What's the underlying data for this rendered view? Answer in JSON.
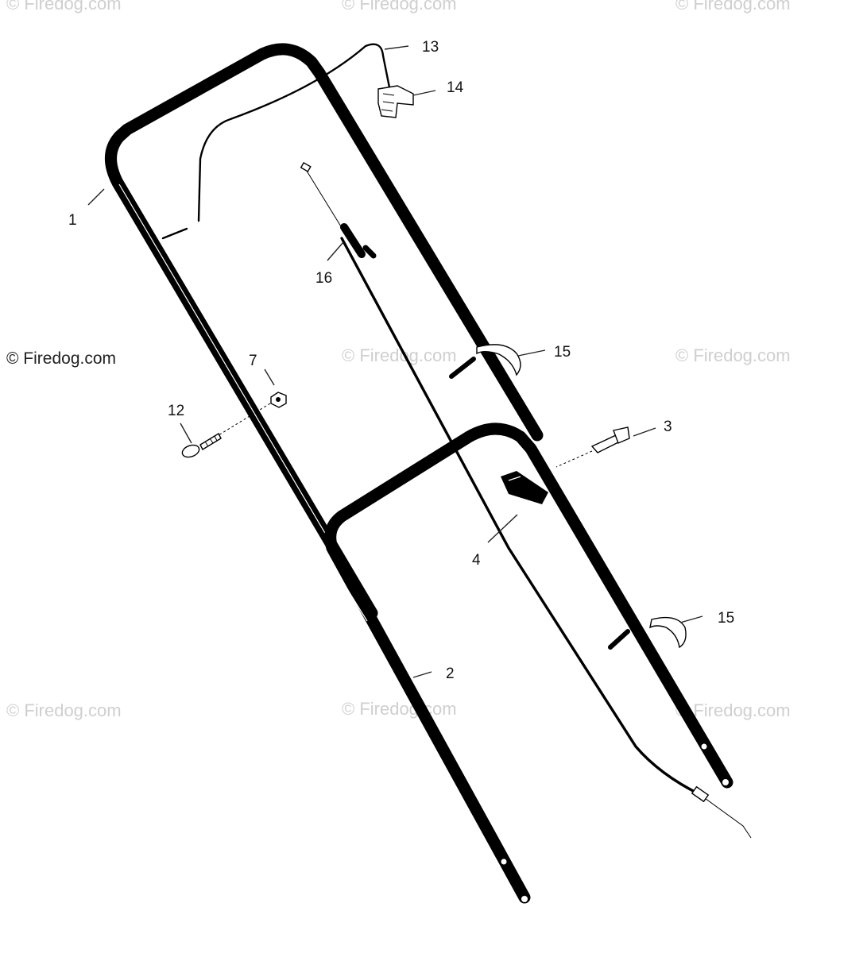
{
  "diagram": {
    "watermark_text": "© Firedog.com",
    "callouts": [
      {
        "id": "1",
        "label": "1"
      },
      {
        "id": "2",
        "label": "2"
      },
      {
        "id": "3",
        "label": "3"
      },
      {
        "id": "4",
        "label": "4"
      },
      {
        "id": "7",
        "label": "7"
      },
      {
        "id": "12",
        "label": "12"
      },
      {
        "id": "13",
        "label": "13"
      },
      {
        "id": "14",
        "label": "14"
      },
      {
        "id": "15a",
        "label": "15"
      },
      {
        "id": "15b",
        "label": "15"
      },
      {
        "id": "16",
        "label": "16"
      }
    ],
    "parts": [
      {
        "id": "1",
        "icon": "upper-handle-icon"
      },
      {
        "id": "2",
        "icon": "lower-handle-icon"
      },
      {
        "id": "3",
        "icon": "bolt-icon"
      },
      {
        "id": "4",
        "icon": "knob-icon"
      },
      {
        "id": "7",
        "icon": "nut-icon"
      },
      {
        "id": "12",
        "icon": "eye-bolt-icon"
      },
      {
        "id": "13",
        "icon": "control-cable-icon"
      },
      {
        "id": "14",
        "icon": "control-bracket-icon"
      },
      {
        "id": "15",
        "icon": "cable-tie-icon"
      },
      {
        "id": "16",
        "icon": "starter-rope-guide-icon"
      }
    ],
    "colors": {
      "line": "#000000",
      "background": "#ffffff",
      "watermark": "#cfcfcf"
    }
  }
}
